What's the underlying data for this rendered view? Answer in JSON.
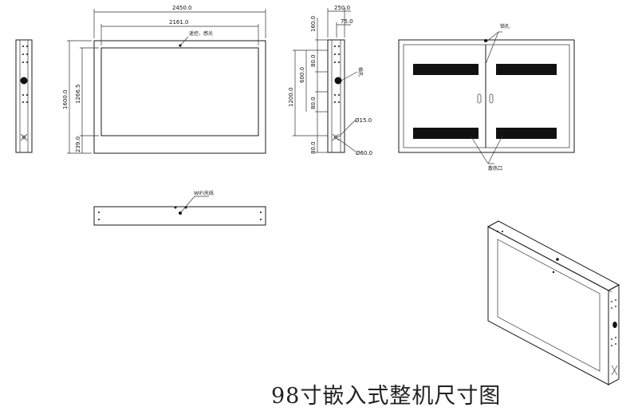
{
  "front_view": {
    "dims": {
      "total_width": "2450.0",
      "screen_width": "2161.0",
      "total_height": "1600.0",
      "screen_height": "1266.5",
      "bottom_margin": "239.0"
    },
    "sensor_note": "遥控、感光"
  },
  "side_view": {
    "dims": {
      "depth": "250.0",
      "offset_75": "75.0",
      "top_160": "160.0",
      "gap_80_a": "80.0",
      "mid_600": "600.0",
      "total_1200": "1200.0",
      "gap_80_b": "80.0",
      "bottom_80": "80.0",
      "hole_small": "Ø15.0",
      "hole_large": "Ø60.0"
    },
    "hole_note": "插孔"
  },
  "top_view": {
    "wifi_note": "WIFI天线"
  },
  "rear_view": {
    "lock_note": "锁孔",
    "vent_note": "散热口"
  },
  "caption": "98寸嵌入式整机尺寸图"
}
